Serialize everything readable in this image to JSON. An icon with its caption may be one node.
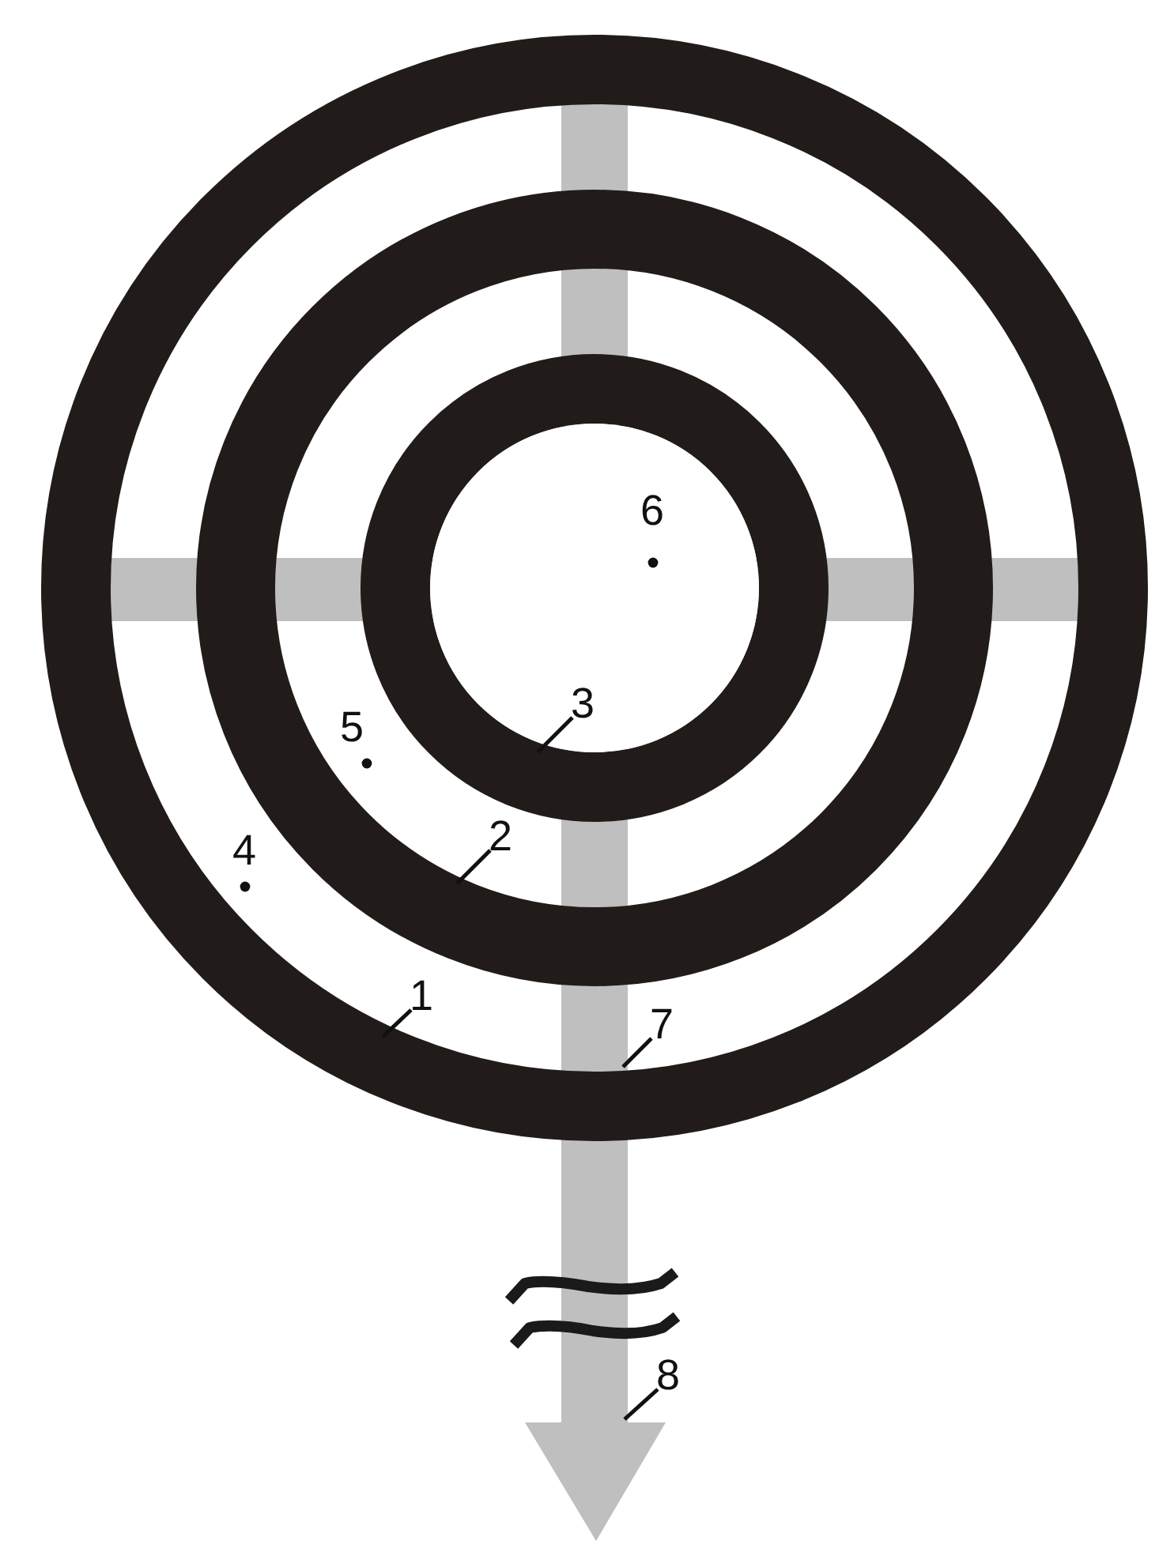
{
  "diagram": {
    "nodes": [
      {
        "text": [
          "6"
        ]
      },
      {
        "text": [
          "3"
        ]
      },
      {
        "text": [
          "5"
        ]
      },
      {
        "text": [
          "2"
        ]
      },
      {
        "text": [
          "4"
        ]
      },
      {
        "text": [
          "1"
        ]
      },
      {
        "text": [
          "7"
        ]
      },
      {
        "text": [
          "8"
        ]
      }
    ],
    "edges": [
      {
        "from": 1,
        "to": null,
        "arrow": "none"
      },
      {
        "from": 3,
        "to": null,
        "arrow": "none"
      },
      {
        "from": 5,
        "to": null,
        "arrow": "none"
      },
      {
        "from": 6,
        "to": null,
        "arrow": "none"
      },
      {
        "from": 7,
        "to": null,
        "arrow": "none"
      }
    ]
  }
}
